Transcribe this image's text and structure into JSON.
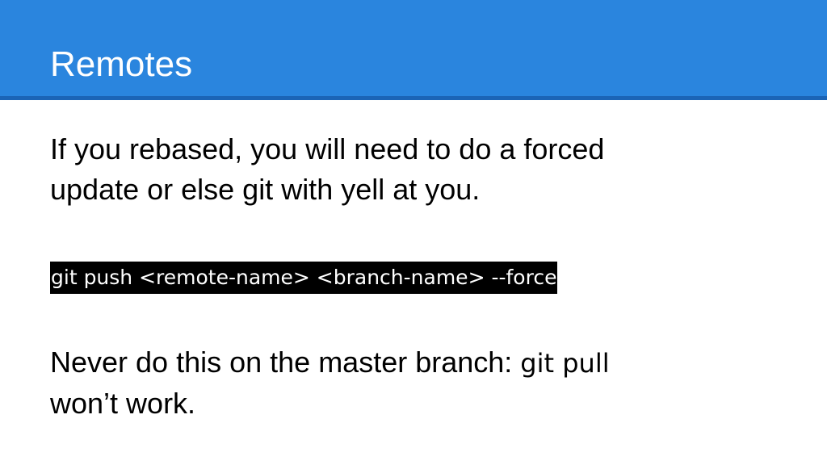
{
  "slide": {
    "title": "Remotes",
    "paragraph_1": {
      "line_1": "If you rebased, you will need to do a forced",
      "line_2": "update or else git with yell at you."
    },
    "command": "git push <remote-name> <branch-name> --force",
    "paragraph_2": {
      "text_before_code": "Never do this on the master branch: ",
      "code": "git pull",
      "text_after_code": "won’t work."
    }
  },
  "colors": {
    "header_background": "#2a85de",
    "header_border": "#1b64b6",
    "code_background": "#000000",
    "code_text": "#ffffff"
  }
}
